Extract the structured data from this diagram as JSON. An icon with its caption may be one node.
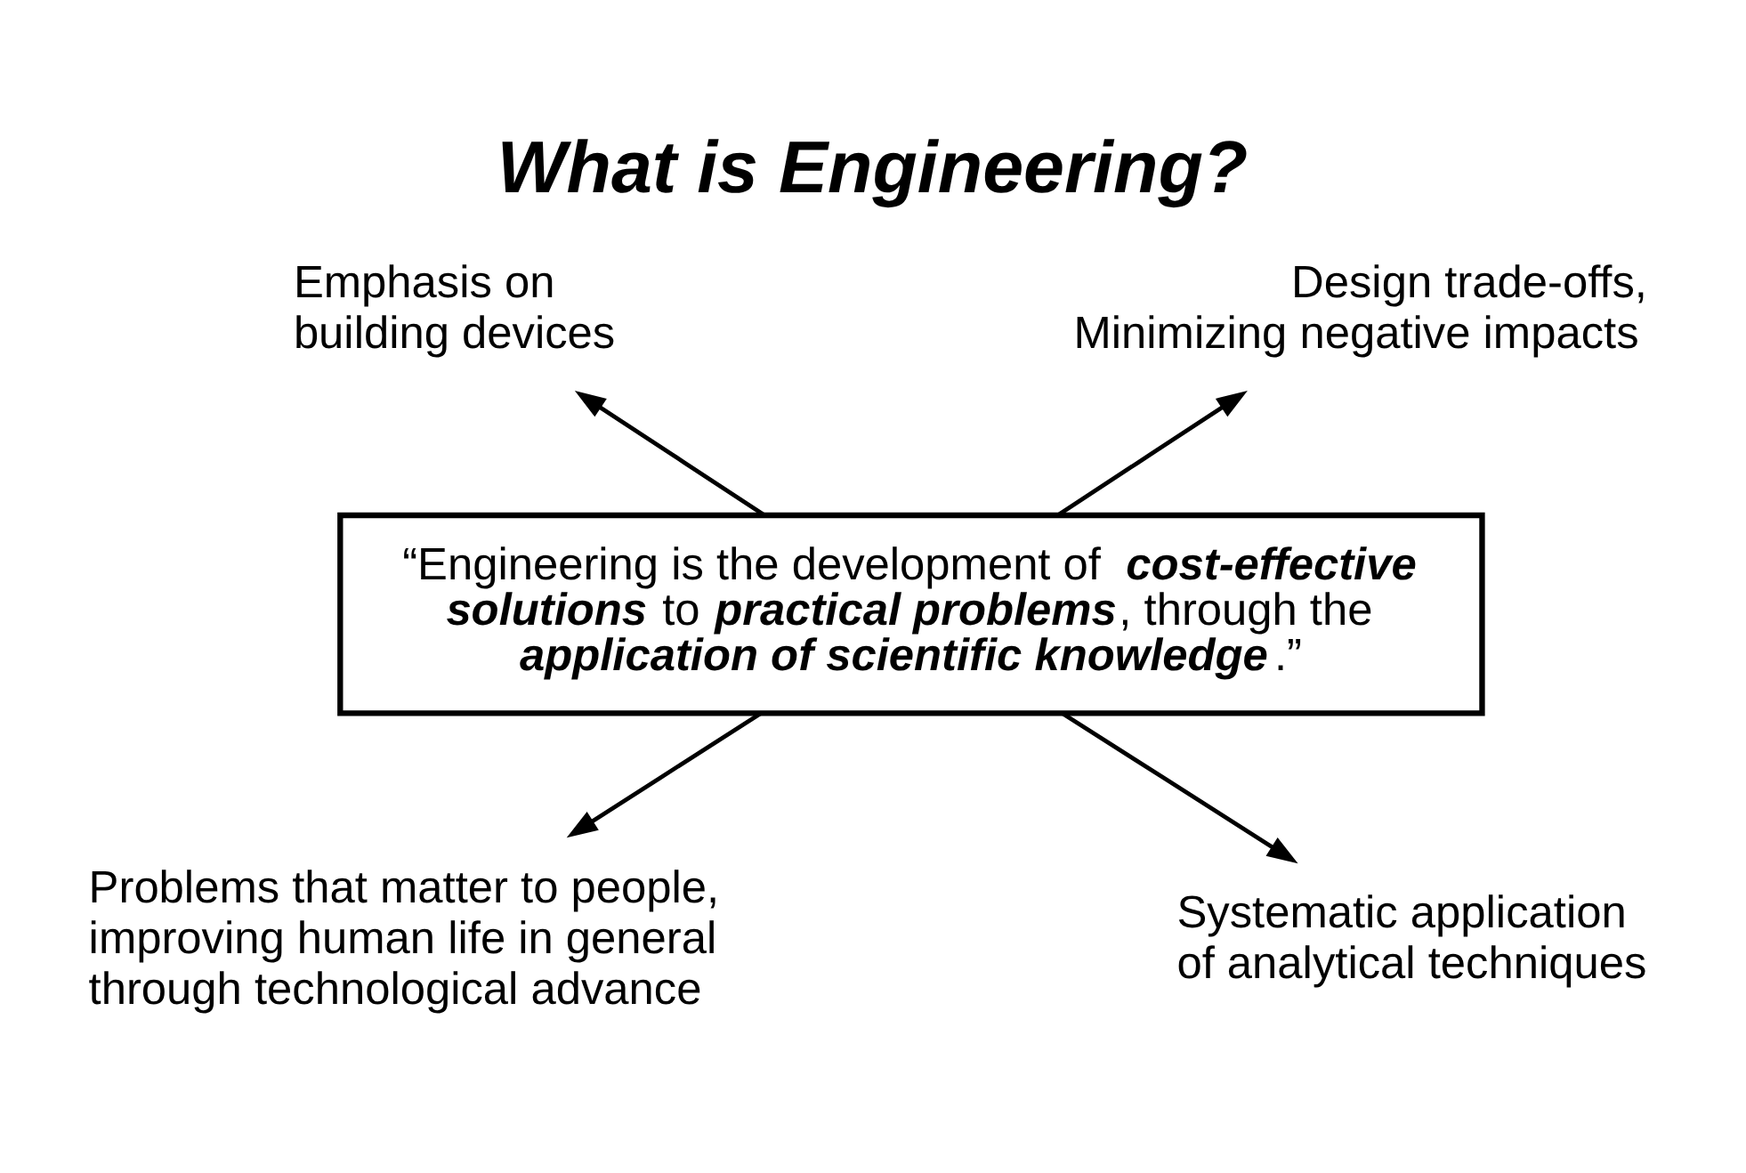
{
  "diagram": {
    "title": "What is Engineering?",
    "nodes": [
      {
        "text": [
          "“Engineering is the development of **cost-effective solutions** to **practical problems**, through the **application of scientific knowledge**.”"
        ]
      },
      {
        "text": [
          "Emphasis on building devices"
        ]
      },
      {
        "text": [
          "Design trade-offs, Minimizing negative impacts"
        ]
      },
      {
        "text": [
          "Problems that matter to people, improving human life in general through technological advance"
        ]
      },
      {
        "text": [
          "Systematic application of analytical techniques"
        ]
      }
    ],
    "edges": [
      {
        "from": 0,
        "to": 1,
        "arrow": "to"
      },
      {
        "from": 0,
        "to": 2,
        "arrow": "to"
      },
      {
        "from": 0,
        "to": 3,
        "arrow": "to"
      },
      {
        "from": 0,
        "to": 4,
        "arrow": "to"
      }
    ]
  }
}
